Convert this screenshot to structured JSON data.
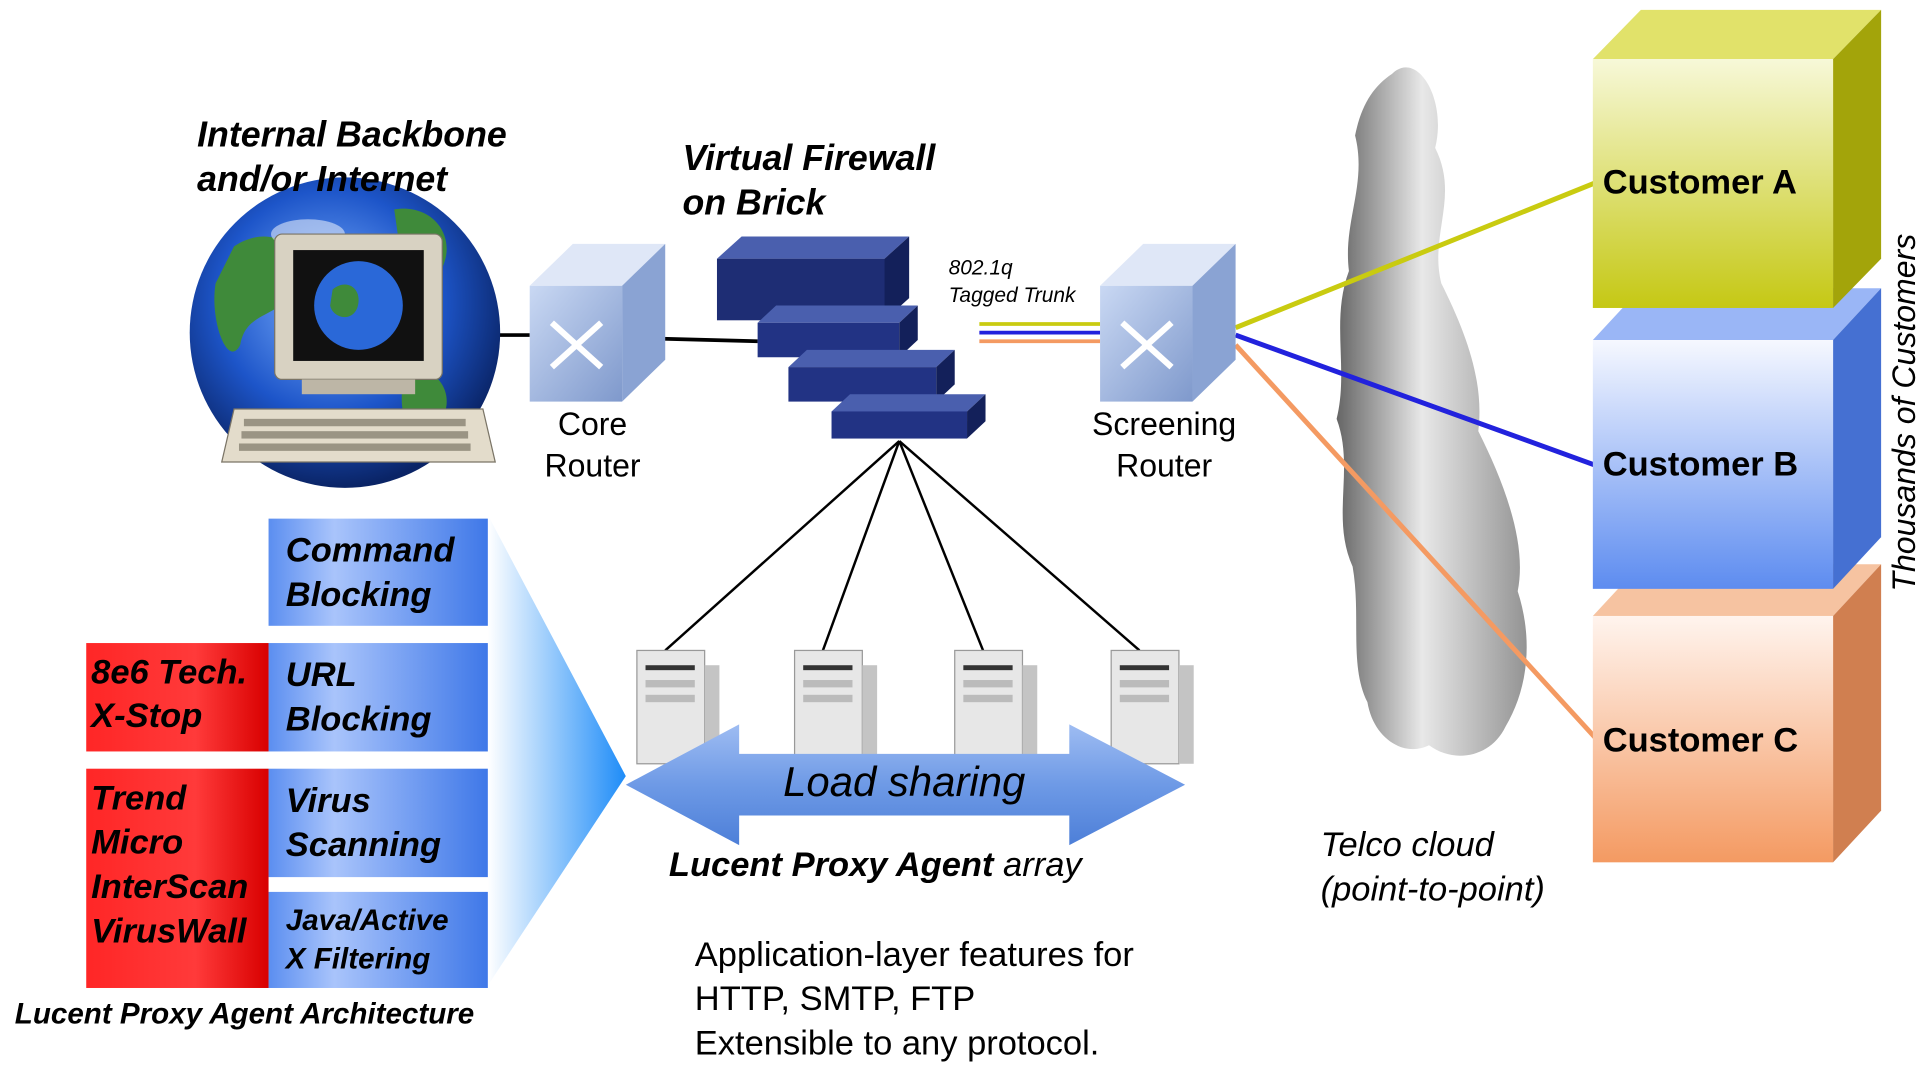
{
  "internet": {
    "title_line1": "Internal Backbone",
    "title_line2": "and/or Internet"
  },
  "firewall": {
    "title_line1": "Virtual Firewall",
    "title_line2": "on Brick"
  },
  "trunk": {
    "line1": "802.1q",
    "line2": "Tagged Trunk"
  },
  "core_router": {
    "line1": "Core",
    "line2": "Router"
  },
  "screening_router": {
    "line1": "Screening",
    "line2": "Router"
  },
  "architecture": {
    "command": {
      "line1": "Command",
      "line2": "Blocking"
    },
    "url": {
      "line1": "URL",
      "line2": "Blocking"
    },
    "virus": {
      "line1": "Virus",
      "line2": "Scanning"
    },
    "java": {
      "line1": "Java/Active",
      "line2": "X Filtering"
    },
    "xstop": {
      "line1": "8e6 Tech.",
      "line2": "X-Stop"
    },
    "trend": {
      "line1": "Trend",
      "line2": "Micro",
      "line3": "InterScan",
      "line4": "VirusWall"
    },
    "caption": "Lucent Proxy Agent Architecture"
  },
  "load_sharing": "Load sharing",
  "array_caption": {
    "bold": "Lucent Proxy Agent",
    "rest": " array"
  },
  "features": {
    "line1": "Application-layer features for",
    "line2": "HTTP, SMTP, FTP",
    "line3": "Extensible to any protocol."
  },
  "telco": {
    "line1": "Telco cloud",
    "line2": "(point-to-point)"
  },
  "customers": {
    "a": "Customer A",
    "b": "Customer B",
    "c": "Customer C",
    "side_label": "Thousands of Customers"
  },
  "colors": {
    "customer_a": "#c9cb10",
    "customer_b": "#2222dd",
    "customer_c": "#f49a62",
    "arrow": "#6e9ae6",
    "red": "#ff2020"
  }
}
